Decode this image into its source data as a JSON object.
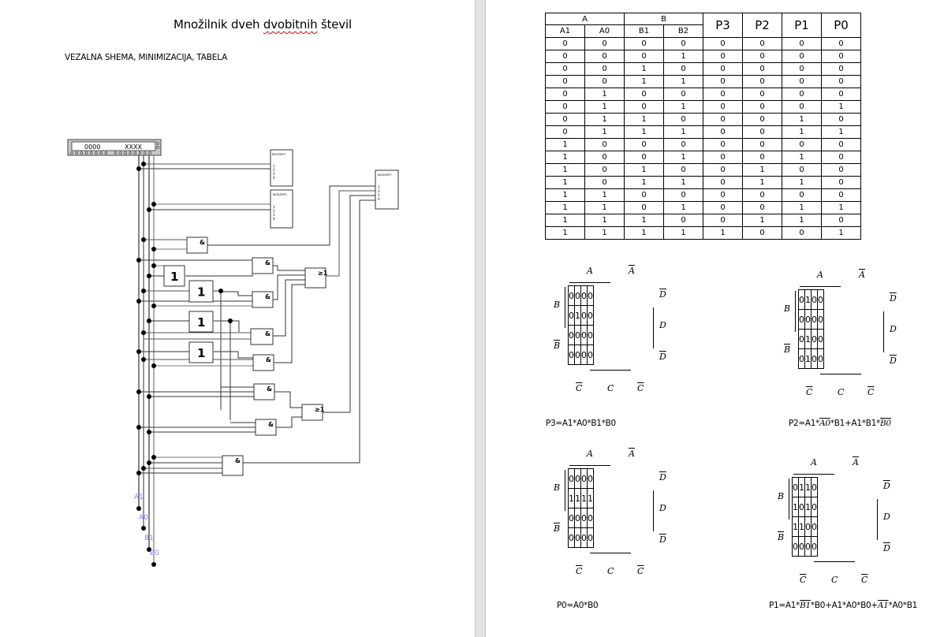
{
  "document": {
    "title_part1": "Množilnik dveh ",
    "title_misspelled": "dvobitnih",
    "title_part2": " števil",
    "subtitle": "VEZALNA SHEMA, MINIMIZACIJA, TABELA"
  },
  "circuit": {
    "generator_display_left": "0000",
    "generator_display_right": "XXXX",
    "display_label": "BCD/DPY",
    "display_pins": [
      "1",
      "2",
      "3",
      "4"
    ],
    "and_gate_symbol": "&",
    "or_gate_symbol": "≥1",
    "not_gate_symbol": "1",
    "bus_labels": [
      "A1",
      "A0",
      "B1",
      "B0"
    ],
    "bus_label_color": "#8080ff"
  },
  "truth_table": {
    "group_headers": [
      {
        "label": "A",
        "span": 2
      },
      {
        "label": "B",
        "span": 2
      }
    ],
    "input_headers": [
      "A1",
      "A0",
      "B1",
      "B2"
    ],
    "output_headers": [
      "P3",
      "P2",
      "P1",
      "P0"
    ],
    "rows": [
      [
        0,
        0,
        0,
        0,
        0,
        0,
        0,
        0
      ],
      [
        0,
        0,
        0,
        1,
        0,
        0,
        0,
        0
      ],
      [
        0,
        0,
        1,
        0,
        0,
        0,
        0,
        0
      ],
      [
        0,
        0,
        1,
        1,
        0,
        0,
        0,
        0
      ],
      [
        0,
        1,
        0,
        0,
        0,
        0,
        0,
        0
      ],
      [
        0,
        1,
        0,
        1,
        0,
        0,
        0,
        1
      ],
      [
        0,
        1,
        1,
        0,
        0,
        0,
        1,
        0
      ],
      [
        0,
        1,
        1,
        1,
        0,
        0,
        1,
        1
      ],
      [
        1,
        0,
        0,
        0,
        0,
        0,
        0,
        0
      ],
      [
        1,
        0,
        0,
        1,
        0,
        0,
        1,
        0
      ],
      [
        1,
        0,
        1,
        0,
        0,
        1,
        0,
        0
      ],
      [
        1,
        0,
        1,
        1,
        0,
        1,
        1,
        0
      ],
      [
        1,
        1,
        0,
        0,
        0,
        0,
        0,
        0
      ],
      [
        1,
        1,
        0,
        1,
        0,
        0,
        1,
        1
      ],
      [
        1,
        1,
        1,
        0,
        0,
        1,
        1,
        0
      ],
      [
        1,
        1,
        1,
        1,
        1,
        0,
        0,
        1
      ]
    ]
  },
  "kmaps": [
    {
      "id": "p3",
      "labels": {
        "top_a": "A",
        "top_na": "A",
        "left_b": "B",
        "left_nb": "B",
        "right_d1": "D",
        "right_d": "D",
        "right_d2": "D",
        "bottom_c1": "C",
        "bottom_c": "C",
        "bottom_c2": "C"
      },
      "cells": [
        [
          0,
          0,
          0,
          0
        ],
        [
          0,
          1,
          0,
          0
        ],
        [
          0,
          0,
          0,
          0
        ],
        [
          0,
          0,
          0,
          0
        ]
      ],
      "formula": [
        {
          "t": "P3=A1*A0*B1*B0"
        }
      ]
    },
    {
      "id": "p2",
      "labels": {
        "top_a": "A",
        "top_na": "A",
        "left_b": "B",
        "left_nb": "B",
        "right_d1": "D",
        "right_d": "D",
        "right_d2": "D",
        "bottom_c1": "C",
        "bottom_c": "C",
        "bottom_c2": "C"
      },
      "cells": [
        [
          0,
          1,
          0,
          0
        ],
        [
          0,
          0,
          0,
          0
        ],
        [
          0,
          1,
          0,
          0
        ],
        [
          0,
          1,
          0,
          0
        ]
      ],
      "formula": [
        {
          "t": "P2=A1*"
        },
        {
          "t": "A0",
          "over": true
        },
        {
          "t": "*B1+A1*B1*"
        },
        {
          "t": "B0",
          "over": true
        }
      ]
    },
    {
      "id": "p0",
      "labels": {
        "top_a": "A",
        "top_na": "A",
        "left_b": "B",
        "left_nb": "B",
        "right_d1": "D",
        "right_d": "D",
        "right_d2": "D",
        "bottom_c1": "C",
        "bottom_c": "C",
        "bottom_c2": "C"
      },
      "cells": [
        [
          0,
          0,
          0,
          0
        ],
        [
          1,
          1,
          1,
          1
        ],
        [
          0,
          0,
          0,
          0
        ],
        [
          0,
          0,
          0,
          0
        ]
      ],
      "formula": [
        {
          "t": "P0=A0*B0"
        }
      ]
    },
    {
      "id": "p1",
      "labels": {
        "top_a": "A",
        "top_na": "A",
        "left_b": "B",
        "left_nb": "B",
        "right_d1": "D",
        "right_d": "D",
        "right_d2": "D",
        "bottom_c1": "C",
        "bottom_c": "C",
        "bottom_c2": "C"
      },
      "cells": [
        [
          0,
          1,
          1,
          0
        ],
        [
          1,
          0,
          1,
          0
        ],
        [
          1,
          1,
          0,
          0
        ],
        [
          0,
          0,
          0,
          0
        ]
      ],
      "formula": [
        {
          "t": "P1=A1*"
        },
        {
          "t": "B1",
          "over": true
        },
        {
          "t": "*B0+A1*A0*B0+"
        },
        {
          "t": "A1",
          "over": true
        },
        {
          "t": "*A0*B1"
        }
      ]
    }
  ]
}
